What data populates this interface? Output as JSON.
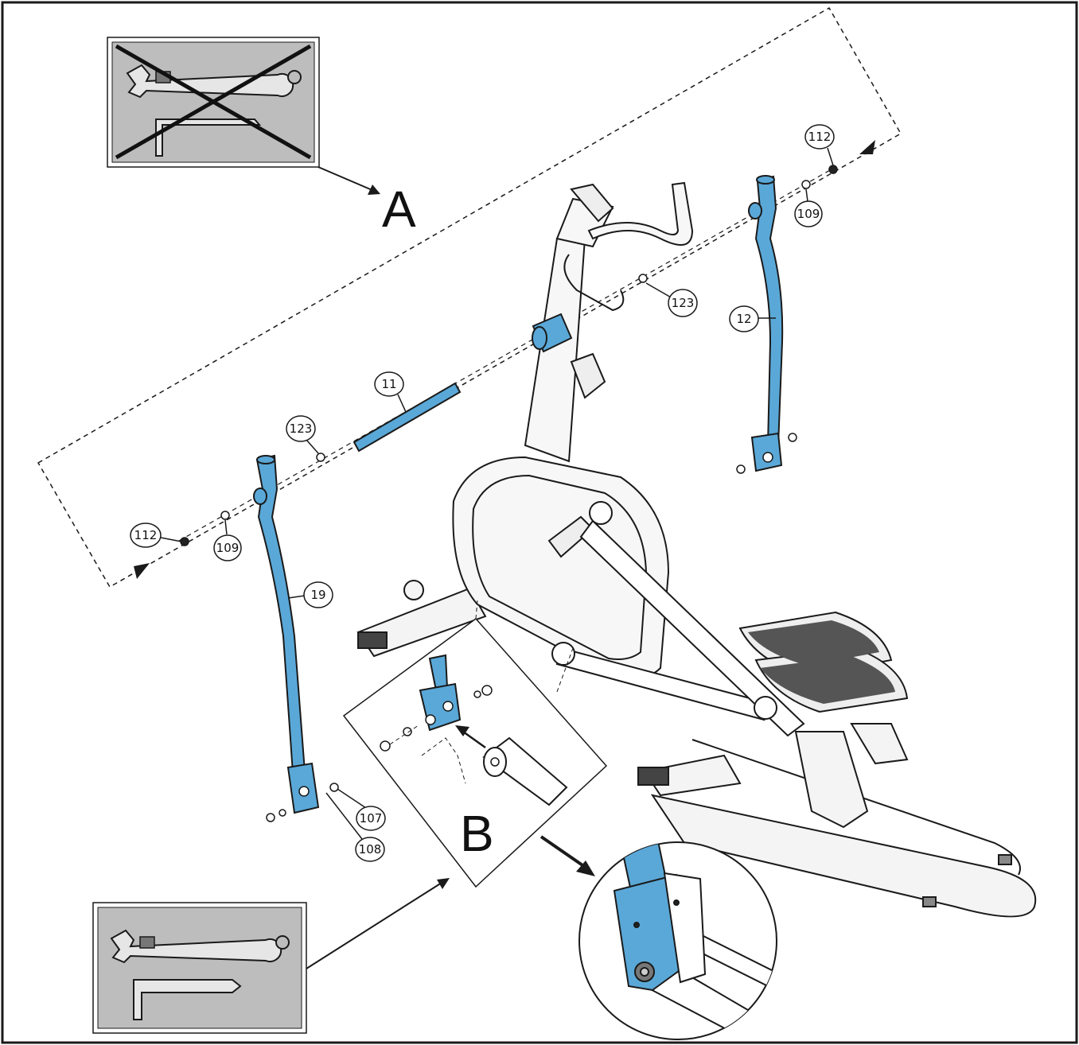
{
  "colors": {
    "part_highlight": "#5aa8d8",
    "line": "#1a1a1a",
    "tool_panel": "#bdbdbd",
    "background": "#ffffff"
  },
  "step_labels": {
    "a": "A",
    "b": "B"
  },
  "tools": {
    "panel_a": {
      "items": [
        "wrench-icon",
        "allen-key-icon"
      ],
      "crossed_out": true
    },
    "panel_b": {
      "items": [
        "wrench-icon",
        "allen-key-icon"
      ],
      "crossed_out": false
    }
  },
  "callouts": {
    "c112_right": "112",
    "c109_right": "109",
    "c123_right": "123",
    "c12": "12",
    "c11": "11",
    "c123_left": "123",
    "c112_left": "112",
    "c109_left": "109",
    "c19": "19",
    "c107": "107",
    "c108": "108"
  }
}
